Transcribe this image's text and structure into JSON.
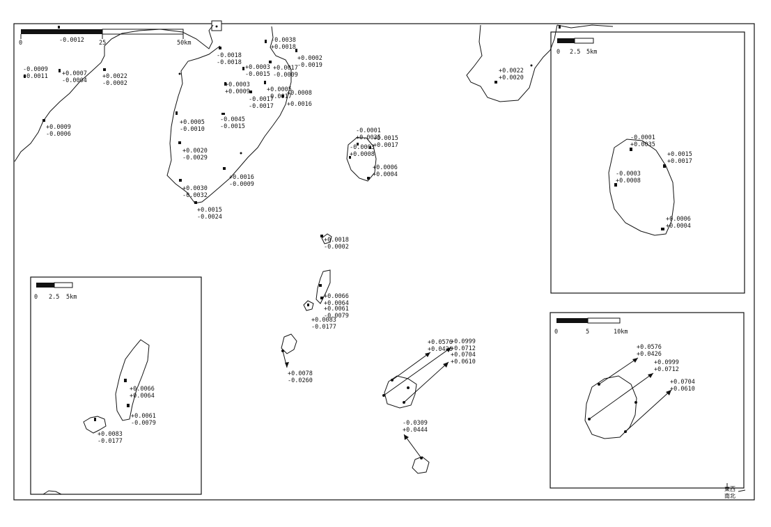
{
  "main_scale": {
    "ticks": [
      "0",
      "25",
      "50km"
    ]
  },
  "inset_scale_small": {
    "ticks": [
      "0",
      "2.5",
      "5km"
    ]
  },
  "inset_scale_large": {
    "ticks": [
      "0",
      "5",
      "10km"
    ]
  },
  "legend": {
    "line1": "東西",
    "line2": "南北"
  },
  "labels": [
    {
      "id": "m01",
      "a": "-0.0012",
      "b": ""
    },
    {
      "id": "m02",
      "a": "-0.0009",
      "b": "+0.0011"
    },
    {
      "id": "m03",
      "a": "+0.0007",
      "b": "-0.0004"
    },
    {
      "id": "m04",
      "a": "+0.0022",
      "b": "-0.0002"
    },
    {
      "id": "m05",
      "a": "+0.0009",
      "b": "-0.0006"
    },
    {
      "id": "m06",
      "a": "-0.0018",
      "b": "-0.0018"
    },
    {
      "id": "m07",
      "a": "-0.0038",
      "b": "+0.0018"
    },
    {
      "id": "m08",
      "a": "+0.0002",
      "b": "-0.0019"
    },
    {
      "id": "m09",
      "a": "+0.0003",
      "b": "-0.0015"
    },
    {
      "id": "m10",
      "a": "+0.0017",
      "b": "-0.0009"
    },
    {
      "id": "m11",
      "a": "+0.0003",
      "b": "+0.0009"
    },
    {
      "id": "m12",
      "a": "+0.0005",
      "b": "-0.0017"
    },
    {
      "id": "m13",
      "a": "-0.0017",
      "b": "-0.0017"
    },
    {
      "id": "m14",
      "a": "+0.0008",
      "b": "+0.0016"
    },
    {
      "id": "m15",
      "a": "+0.0005",
      "b": "-0.0010"
    },
    {
      "id": "m16",
      "a": "-0.0045",
      "b": "-0.0015"
    },
    {
      "id": "m17",
      "a": "+0.0020",
      "b": "-0.0029"
    },
    {
      "id": "m18",
      "a": "+0.0016",
      "b": "-0.0009"
    },
    {
      "id": "m19",
      "a": "+0.0030",
      "b": "-0.0032"
    },
    {
      "id": "m20",
      "a": "+0.0015",
      "b": "-0.0024"
    },
    {
      "id": "m21",
      "a": "+0.0022",
      "b": "+0.0020"
    },
    {
      "id": "m22",
      "a": "-0.0001",
      "b": "+0.0035"
    },
    {
      "id": "m23",
      "a": "+0.0015",
      "b": "+0.0017"
    },
    {
      "id": "m24",
      "a": "-0.0003",
      "b": "+0.0008"
    },
    {
      "id": "m25",
      "a": "+0.0006",
      "b": "+0.0004"
    },
    {
      "id": "m26",
      "a": "+0.0018",
      "b": "-0.0002"
    },
    {
      "id": "m27",
      "a": "+0.0066",
      "b": "+0.0064"
    },
    {
      "id": "m28",
      "a": "+0.0061",
      "b": "-0.0079"
    },
    {
      "id": "m29",
      "a": "+0.0083",
      "b": "-0.0177"
    },
    {
      "id": "m30",
      "a": "+0.0078",
      "b": "-0.0260"
    },
    {
      "id": "m31",
      "a": "+0.0576",
      "b": "+0.0426"
    },
    {
      "id": "m32",
      "a": "+0.0999",
      "b": "+0.0712"
    },
    {
      "id": "m33",
      "a": "+0.0704",
      "b": "+0.0610"
    },
    {
      "id": "m34",
      "a": "-0.0309",
      "b": "+0.0444"
    },
    {
      "id": "i1a",
      "a": "-0.0001",
      "b": "+0.0035"
    },
    {
      "id": "i1b",
      "a": "+0.0015",
      "b": "+0.0017"
    },
    {
      "id": "i1c",
      "a": "-0.0003",
      "b": "+0.0008"
    },
    {
      "id": "i1d",
      "a": "+0.0006",
      "b": "+0.0004"
    },
    {
      "id": "i2a",
      "a": "+0.0066",
      "b": "+0.0064"
    },
    {
      "id": "i2b",
      "a": "+0.0061",
      "b": "-0.0079"
    },
    {
      "id": "i2c",
      "a": "+0.0083",
      "b": "-0.0177"
    },
    {
      "id": "i3a",
      "a": "+0.0576",
      "b": "+0.0426"
    },
    {
      "id": "i3b",
      "a": "+0.0999",
      "b": "+0.0712"
    },
    {
      "id": "i3c",
      "a": "+0.0704",
      "b": "+0.0610"
    }
  ]
}
